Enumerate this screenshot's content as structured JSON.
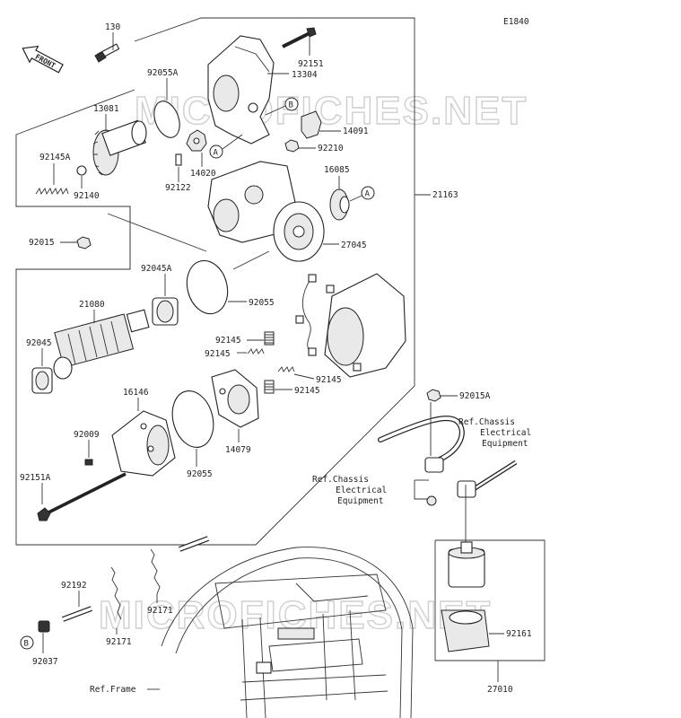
{
  "diagram_code": "E1840",
  "front_label": "FRONT",
  "watermark": "MICROFICHES.NET",
  "parts": {
    "p130": "130",
    "p92151": "92151",
    "p13304": "13304",
    "p92055A": "92055A",
    "p13081": "13081",
    "p92145A": "92145A",
    "p92140": "92140",
    "p14020": "14020",
    "p92122": "92122",
    "p14091": "14091",
    "p92210": "92210",
    "p16085": "16085",
    "p21163": "21163",
    "p92015": "92015",
    "p27045": "27045",
    "p92045A": "92045A",
    "p92055a": "92055",
    "p21080": "21080",
    "p92045": "92045",
    "p92145a": "92145",
    "p92145b": "92145",
    "p92145c": "92145",
    "p92145d": "92145",
    "p16146": "16146",
    "p92009": "92009",
    "p14079": "14079",
    "p92055b": "92055",
    "p92151A": "92151A",
    "p92015A": "92015A",
    "p92192": "92192",
    "p92171a": "92171",
    "p92171b": "92171",
    "p92037": "92037",
    "p92161": "92161",
    "p27010": "27010"
  },
  "refs": {
    "chassis1_l1": "Ref.Chassis",
    "chassis1_l2": "Electrical",
    "chassis1_l3": "Equipment",
    "chassis2_l1": "Ref.Chassis",
    "chassis2_l2": "Electrical",
    "chassis2_l3": "Equipment",
    "frame": "Ref.Frame"
  },
  "markers": {
    "A1": "A",
    "A2": "A",
    "B1": "B",
    "B2": "B"
  }
}
